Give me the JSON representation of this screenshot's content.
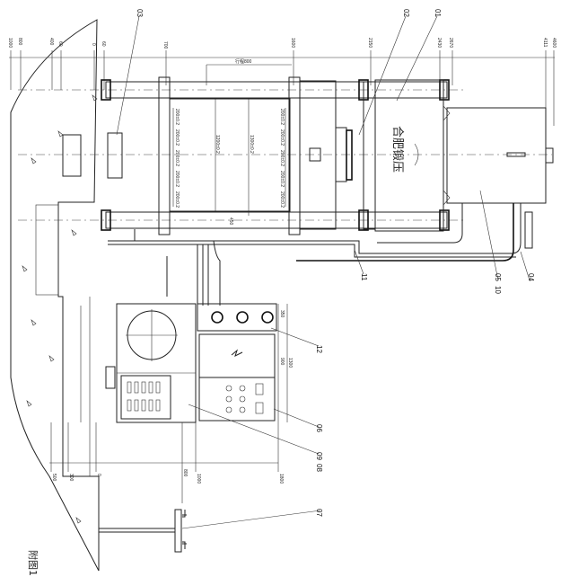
{
  "drawing": {
    "caption": "附图1",
    "machine_brand": "合肥锻压",
    "part_labels": {
      "p01": "01",
      "p02": "02",
      "p03": "03",
      "p04": "04",
      "p05": "05",
      "p06": "06",
      "p07": "07",
      "p08": "08",
      "p09": "09",
      "p10": "10",
      "p11": "11",
      "p12": "12"
    },
    "top_dimensions": [
      "1000",
      "800",
      "400",
      "60",
      "0",
      "60",
      "700",
      "1600",
      "2150",
      "2430",
      "2670",
      "4111",
      "4600"
    ],
    "bottom_dimensions": [
      "500",
      "300",
      "0",
      "800",
      "1000",
      "1800"
    ],
    "stroke_dimension": "行程800",
    "daylight_dimensions": [
      "1200±0.2",
      "1300±0.2"
    ],
    "slot_dimensions": [
      "200±0.2",
      "200±0.2",
      "200±0.2",
      "200±0.2",
      "200±0.2"
    ],
    "cabinet_dimensions": [
      "350",
      "900",
      "1300"
    ],
    "small_dimension": "450"
  }
}
